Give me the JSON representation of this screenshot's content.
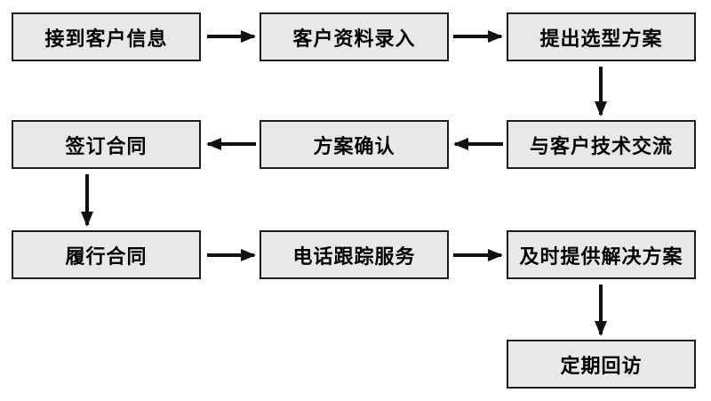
{
  "diagram": {
    "type": "flowchart",
    "colors": {
      "node_fill": "#e8e8e8",
      "node_border": "#1c1c1c",
      "arrow": "#111111",
      "text": "#000000",
      "background": "#ffffff"
    },
    "nodes": [
      {
        "id": "n1",
        "label": "接到客户信息"
      },
      {
        "id": "n2",
        "label": "客户资料录入"
      },
      {
        "id": "n3",
        "label": "提出选型方案"
      },
      {
        "id": "n4",
        "label": "与客户技术交流"
      },
      {
        "id": "n5",
        "label": "方案确认"
      },
      {
        "id": "n6",
        "label": "签订合同"
      },
      {
        "id": "n7",
        "label": "履行合同"
      },
      {
        "id": "n8",
        "label": "电话跟踪服务"
      },
      {
        "id": "n9",
        "label": "及时提供解决方案"
      },
      {
        "id": "n10",
        "label": "定期回访"
      }
    ],
    "edges": [
      {
        "from": "n1",
        "to": "n2",
        "from_label": "接到客户信息",
        "to_label": "客户资料录入"
      },
      {
        "from": "n2",
        "to": "n3",
        "from_label": "客户资料录入",
        "to_label": "提出选型方案"
      },
      {
        "from": "n3",
        "to": "n4",
        "from_label": "提出选型方案",
        "to_label": "与客户技术交流"
      },
      {
        "from": "n4",
        "to": "n5",
        "from_label": "与客户技术交流",
        "to_label": "方案确认"
      },
      {
        "from": "n5",
        "to": "n6",
        "from_label": "方案确认",
        "to_label": "签订合同"
      },
      {
        "from": "n6",
        "to": "n7",
        "from_label": "签订合同",
        "to_label": "履行合同"
      },
      {
        "from": "n7",
        "to": "n8",
        "from_label": "履行合同",
        "to_label": "电话跟踪服务"
      },
      {
        "from": "n8",
        "to": "n9",
        "from_label": "电话跟踪服务",
        "to_label": "及时提供解决方案"
      },
      {
        "from": "n9",
        "to": "n10",
        "from_label": "及时提供解决方案",
        "to_label": "定期回访"
      }
    ]
  }
}
